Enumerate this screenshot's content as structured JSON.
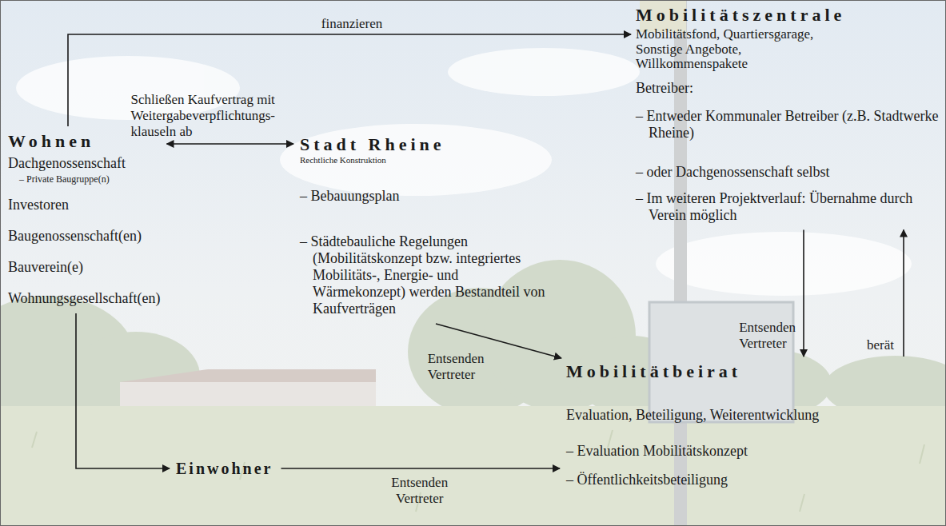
{
  "diagram": {
    "nodes": [
      {
        "text": [
          "Wohnen",
          "Dachgenossenschaft",
          "– Private Baugruppe(n)",
          "Investoren",
          "Baugenossenschaft(en)",
          "Bauverein(e)",
          "Wohnungsgesellschaft(en)"
        ]
      },
      {
        "text": [
          "Stadt Rheine",
          "Rechtliche Konstruktion",
          "– Bebauungsplan",
          "– Städtebauliche Regelungen (Mobilitätskonzept bzw. integriertes Mobilitäts-, Energie- und Wärmekonzept) werden Bestandteil von Kaufverträgen"
        ]
      },
      {
        "text": [
          "Mobilitätszentrale",
          "Mobilitätsfond, Quartiersgarage, Sonstige Angebote, Willkommenspakete",
          "Betreiber:",
          "– Entweder Kommunaler Betreiber (z.B. Stadtwerke Rheine)",
          "– oder Dachgenossenschaft selbst",
          "– Im weiteren Projektverlauf: Übernahme durch Verein möglich"
        ]
      },
      {
        "text": [
          "Einwohner"
        ]
      },
      {
        "text": [
          "Mobilitätbeirat",
          "Evaluation, Beteiligung, Weiterentwicklung",
          "– Evaluation Mobilitätskonzept",
          "– Öffentlichkeitsbeteiligung"
        ]
      }
    ],
    "edges": [
      {
        "from": 0,
        "to": 2,
        "label": "finanzieren",
        "arrow": "to"
      },
      {
        "from": 0,
        "to": 1,
        "label": "Schließen Kaufvertrag mit Weitergabeverpflichtungs- klauseln ab",
        "arrow": "both"
      },
      {
        "from": 1,
        "to": 4,
        "label": "Entsenden Vertreter",
        "arrow": "to"
      },
      {
        "from": 2,
        "to": 4,
        "label": "Entsenden Vertreter",
        "arrow": "to"
      },
      {
        "from": 4,
        "to": 2,
        "label": "berät",
        "arrow": "to"
      },
      {
        "from": 0,
        "to": 3,
        "arrow": "to"
      },
      {
        "from": 3,
        "to": 4,
        "label": "Entsenden Vertreter",
        "arrow": "to"
      }
    ]
  }
}
